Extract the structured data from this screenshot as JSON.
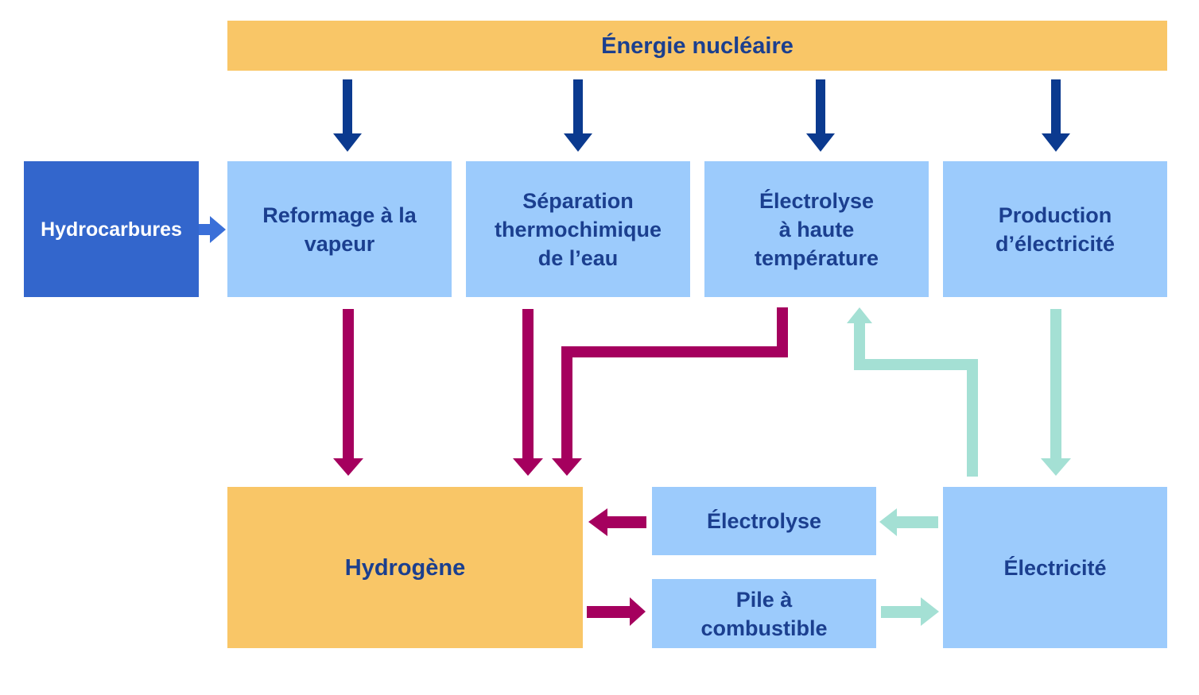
{
  "nuclear": "Énergie nucléaire",
  "hydrocarbures": "Hydrocarbures",
  "reformage": [
    "Reformage à la",
    "vapeur"
  ],
  "separation": [
    "Séparation",
    "thermochimique",
    "de l’eau"
  ],
  "electrolyse_ht": [
    "Électrolyse",
    "à haute",
    "température"
  ],
  "production": [
    "Production",
    "d’électricité"
  ],
  "hydrogene": "Hydrogène",
  "electrolyse": "Électrolyse",
  "pile": [
    "Pile à",
    "combustible"
  ],
  "electricite": "Électricité",
  "colors": {
    "nuclear_arrow": "#0b3a8f",
    "hydrogen_arrow": "#a5005e",
    "electric_arrow": "#a4e0d4",
    "hydrocarbon_arrow": "#3a6fd8",
    "box_light": "#9ccbfc",
    "box_orange": "#f9c667",
    "box_dark": "#3366cc",
    "text": "#1b3f8f"
  }
}
